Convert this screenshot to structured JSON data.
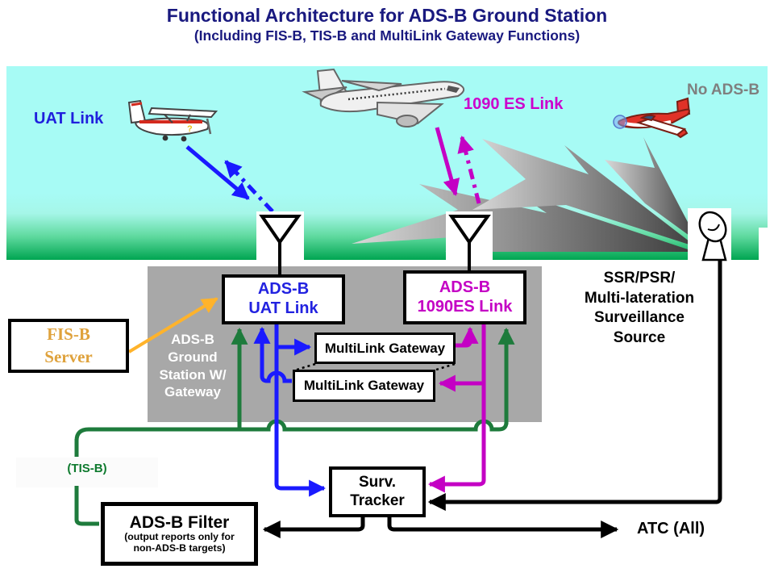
{
  "title": "Functional Architecture for ADS-B Ground Station",
  "subtitle": "(Including FIS-B, TIS-B and MultiLink Gateway Functions)",
  "sky": {
    "uat_link_label": "UAT Link",
    "es_link_label": "1090 ES Link",
    "no_adsb_label": "No ADS-B"
  },
  "ground_station": {
    "label_lines": [
      "ADS-B",
      "Ground",
      "Station W/",
      "Gateway"
    ],
    "uat_box": {
      "line1": "ADS-B",
      "line2": "UAT Link"
    },
    "es_box": {
      "line1": "ADS-B",
      "line2": "1090ES Link"
    },
    "multilink1_label": "MultiLink Gateway",
    "multilink2_label": "MultiLink Gateway"
  },
  "fisb_server": {
    "line1": "FIS-B",
    "line2": "Server"
  },
  "surveillance_source": {
    "lines": [
      "SSR/PSR/",
      "Multi-lateration",
      "Surveillance",
      "Source"
    ]
  },
  "tisb_label": "(TIS-B)",
  "surv_tracker": {
    "line1": "Surv.",
    "line2": "Tracker"
  },
  "adsb_filter": {
    "title": "ADS-B Filter",
    "note_line1": "(output reports only for",
    "note_line2": "non-ADS-B targets)"
  },
  "atc_label": "ATC (All)",
  "colors": {
    "title_navy": "#19197F",
    "uat_blue": "#1A1AFF",
    "es_magenta": "#C400C4",
    "tis_green": "#1E7B3C",
    "fisb_orange": "#FFB32B",
    "no_adsb_gray": "#7F7F7F",
    "ground_box_gray": "#A8A8A8",
    "sky_cyan": "#A7FBF5",
    "ground_green": "#00A551"
  }
}
